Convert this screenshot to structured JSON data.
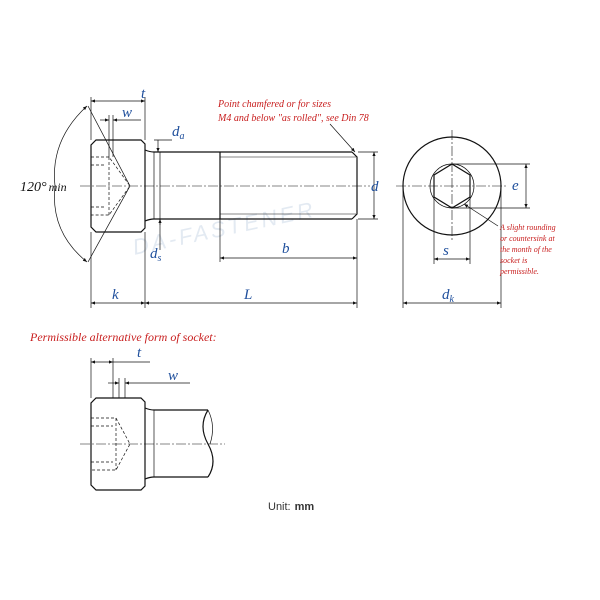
{
  "labels": {
    "t": "t",
    "w": "w",
    "da_main": "d",
    "da_sub": "a",
    "d": "d",
    "e": "e",
    "ds_main": "d",
    "ds_sub": "s",
    "b": "b",
    "s": "s",
    "k": "k",
    "L": "L",
    "dk_main": "d",
    "dk_sub": "k",
    "angle_value": "120°",
    "angle_min": "min",
    "alt_t": "t",
    "alt_w": "w"
  },
  "notes": {
    "point_line1": "Point chamfered or for sizes",
    "point_line2": "M4 and below \"as rolled\", see Din 78",
    "rounding_line1": "A slight rounding",
    "rounding_line2": "or countersink at",
    "rounding_line3": "the month of the",
    "rounding_line4": "socket is",
    "rounding_line5": "permissible."
  },
  "alt_title": "Permissible alternative form of socket:",
  "watermark": "DA-FASTENER",
  "unit_label": "Unit:",
  "unit_value": "mm",
  "colors": {
    "dimension_text": "#1f4f9c",
    "note_text": "#c81e1e",
    "line": "#111111"
  }
}
